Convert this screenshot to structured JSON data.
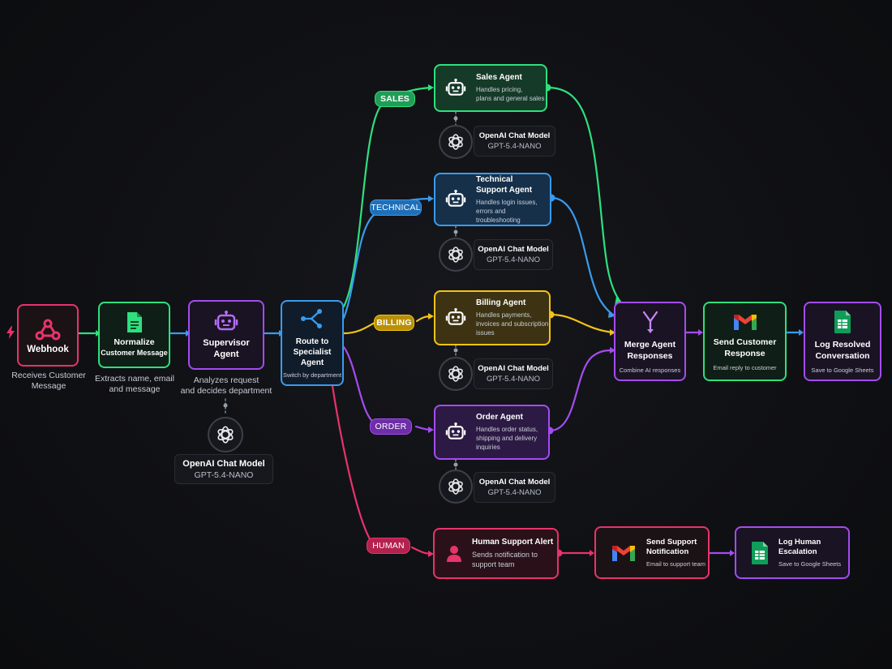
{
  "colors": {
    "pink": "#e8336b",
    "green": "#2fe07e",
    "purple": "#a44cf0",
    "blue": "#3a9bed",
    "yellow": "#f2c318",
    "gray": "#3c4048"
  },
  "webhook": {
    "title": "Webhook",
    "caption_line1": "Receives Customer",
    "caption_line2": "Message"
  },
  "normalize": {
    "title_line1": "Normalize",
    "title_line2": "Customer Message",
    "caption_line1": "Extracts name, email",
    "caption_line2": "and message"
  },
  "supervisor": {
    "title_line1": "Supervisor",
    "title_line2": "Agent",
    "caption_line1": "Analyzes request",
    "caption_line2": "and decides department"
  },
  "supervisor_model": {
    "name": "OpenAI Chat Model",
    "version": "GPT-5.4-NANO"
  },
  "router": {
    "title_line1": "Route to",
    "title_line2": "Specialist Agent",
    "subtitle": "Switch by department"
  },
  "routes": {
    "sales": "SALES",
    "technical": "TECHNICAL",
    "billing": "BILLING",
    "order": "ORDER",
    "human": "HUMAN"
  },
  "sales_agent": {
    "title": "Sales Agent",
    "desc_line1": "Handles pricing,",
    "desc_line2": "plans and general sales"
  },
  "technical_agent": {
    "title_line1": "Technical",
    "title_line2": "Support Agent",
    "desc_line1": "Handles login issues,",
    "desc_line2": "errors and troubleshooting"
  },
  "billing_agent": {
    "title": "Billing Agent",
    "desc_line1": "Handles payments,",
    "desc_line2": "invoices and subscription",
    "desc_line3": "issues"
  },
  "order_agent": {
    "title": "Order Agent",
    "desc_line1": "Handles order status,",
    "desc_line2": "shipping and delivery",
    "desc_line3": "inquiries"
  },
  "agent_models": [
    {
      "name": "OpenAI Chat Model",
      "version": "GPT-5.4-NANO"
    },
    {
      "name": "OpenAI Chat Model",
      "version": "GPT-5.4-NANO"
    },
    {
      "name": "OpenAI Chat Model",
      "version": "GPT-5.4-NANO"
    },
    {
      "name": "OpenAI Chat Model",
      "version": "GPT-5.4-NANO"
    }
  ],
  "merge": {
    "title_line1": "Merge Agent",
    "title_line2": "Responses",
    "subtitle": "Combine AI responses"
  },
  "send_response": {
    "title_line1": "Send Customer",
    "title_line2": "Response",
    "subtitle": "Email reply to customer"
  },
  "log_resolved": {
    "title_line1": "Log Resolved",
    "title_line2": "Conversation",
    "subtitle": "Save to Google Sheets"
  },
  "human_alert": {
    "title": "Human Support Alert",
    "desc_line1": "Sends notification to",
    "desc_line2": "support team"
  },
  "send_notification": {
    "title_line1": "Send Support",
    "title_line2": "Notification",
    "subtitle": "Email to support team"
  },
  "log_escalation": {
    "title_line1": "Log Human",
    "title_line2": "Escalation",
    "subtitle": "Save to Google Sheets"
  }
}
